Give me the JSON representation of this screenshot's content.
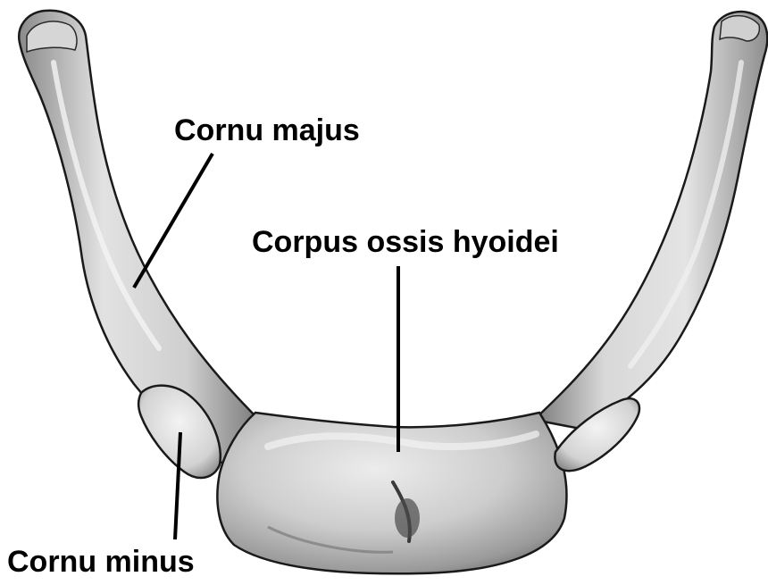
{
  "labels": {
    "cornu_majus": "Cornu majus",
    "corpus_ossis_hyoidei": "Corpus ossis hyoidei",
    "cornu_minus": "Cornu minus"
  },
  "colors": {
    "background": "#ffffff",
    "bone_light": "#e6e6e6",
    "bone_mid": "#b8b8b8",
    "bone_dark": "#6a6a6a",
    "outline": "#1a1a1a",
    "leader_line": "#000000",
    "label_text": "#000000"
  }
}
